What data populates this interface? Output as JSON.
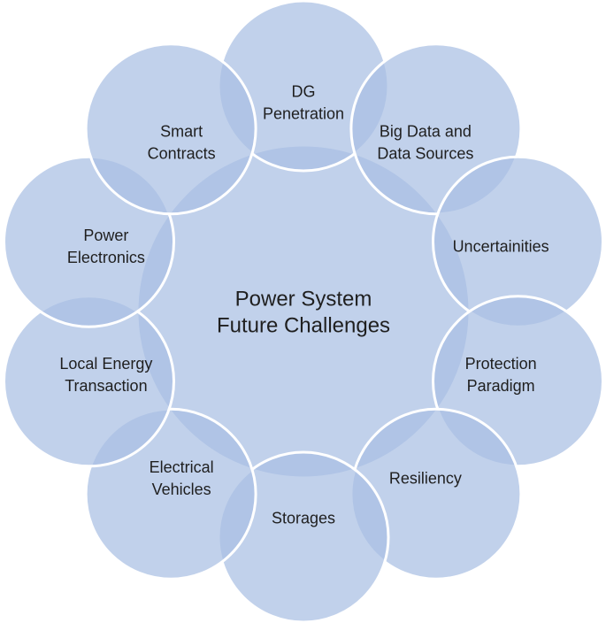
{
  "colors": {
    "circle_fill": "#a9bfe3",
    "circle_opacity": 0.72,
    "stroke": "#ffffff",
    "text": "#1f1f1f"
  },
  "center": {
    "lines": [
      "Power System",
      "Future Challenges"
    ]
  },
  "nodes": [
    {
      "lines": [
        "DG",
        "Penetration"
      ]
    },
    {
      "lines": [
        "Big Data and",
        "Data Sources"
      ]
    },
    {
      "lines": [
        "Uncertainities"
      ]
    },
    {
      "lines": [
        "Protection",
        "Paradigm"
      ]
    },
    {
      "lines": [
        "Resiliency"
      ]
    },
    {
      "lines": [
        "Storages"
      ]
    },
    {
      "lines": [
        "Electrical",
        "Vehicles"
      ]
    },
    {
      "lines": [
        "Local Energy",
        "Transaction"
      ]
    },
    {
      "lines": [
        "Power",
        "Electronics"
      ]
    },
    {
      "lines": [
        "Smart",
        "Contracts"
      ]
    }
  ]
}
